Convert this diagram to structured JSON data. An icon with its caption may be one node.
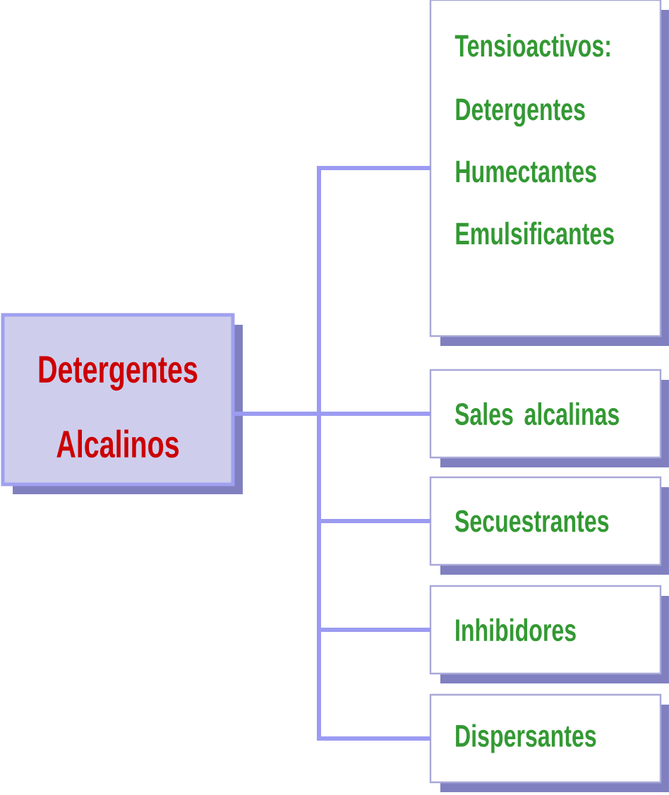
{
  "diagram": {
    "nodes": [
      {
        "text": [
          "Detergentes Alcalinos"
        ]
      },
      {
        "text": [
          "Tensioactivos:",
          "Detergentes",
          "Humectantes",
          "Emulsificantes"
        ]
      },
      {
        "text": [
          "Sales alcalinas"
        ]
      },
      {
        "text": [
          "Secuestrantes"
        ]
      },
      {
        "text": [
          "Inhibidores"
        ]
      },
      {
        "text": [
          "Dispersantes"
        ]
      }
    ],
    "edges": [
      {
        "from": 0,
        "to": 1,
        "arrow": "none"
      },
      {
        "from": 0,
        "to": 2,
        "arrow": "none"
      },
      {
        "from": 0,
        "to": 3,
        "arrow": "none"
      },
      {
        "from": 0,
        "to": 4,
        "arrow": "none"
      },
      {
        "from": 0,
        "to": 5,
        "arrow": "none"
      }
    ]
  }
}
